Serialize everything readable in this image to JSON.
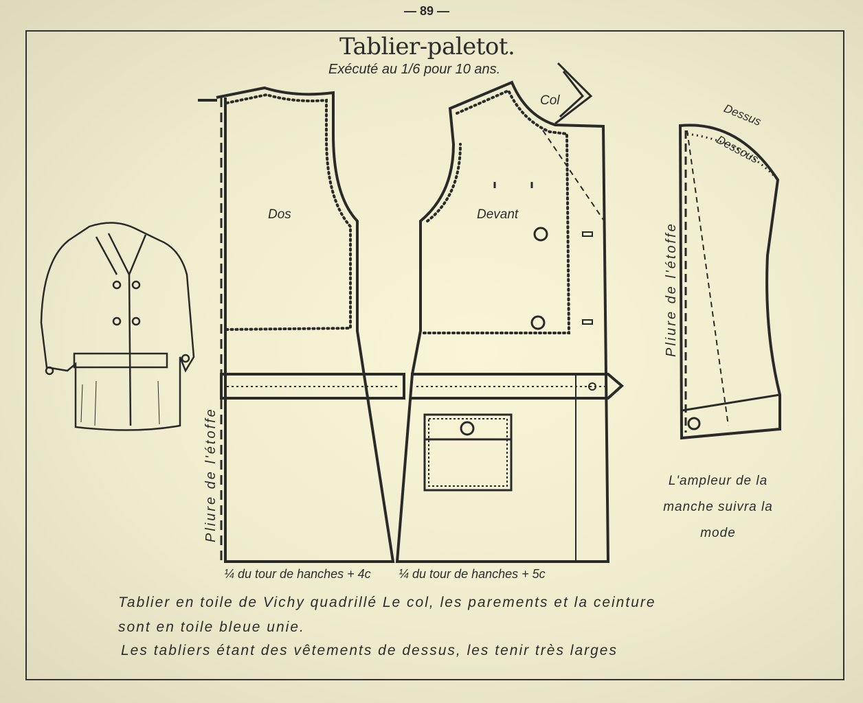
{
  "page_number": "— 89 —",
  "title": "Tablier-paletot.",
  "subtitle": "Exécuté au 1/6 pour 10 ans.",
  "pieces": {
    "col": "Col",
    "dos": "Dos",
    "devant": "Devant",
    "dessus": "Dessus",
    "dessous": "Dessous",
    "fold_left": "Pliure de l'étoffe",
    "fold_right": "Pliure de l'étoffe"
  },
  "measurements": {
    "back": "¼ du tour de hanches + 4c",
    "front": "¼ du tour de hanches + 5c"
  },
  "sleeve_note": [
    "L'ampleur de la",
    "manche suivra la",
    "mode"
  ],
  "description": [
    "Tablier en toile de Vichy quadrillé Le col, les parements et la ceinture",
    "sont en toile bleue unie.",
    "Les tabliers étant des vêtements de dessus, les tenir très larges"
  ]
}
